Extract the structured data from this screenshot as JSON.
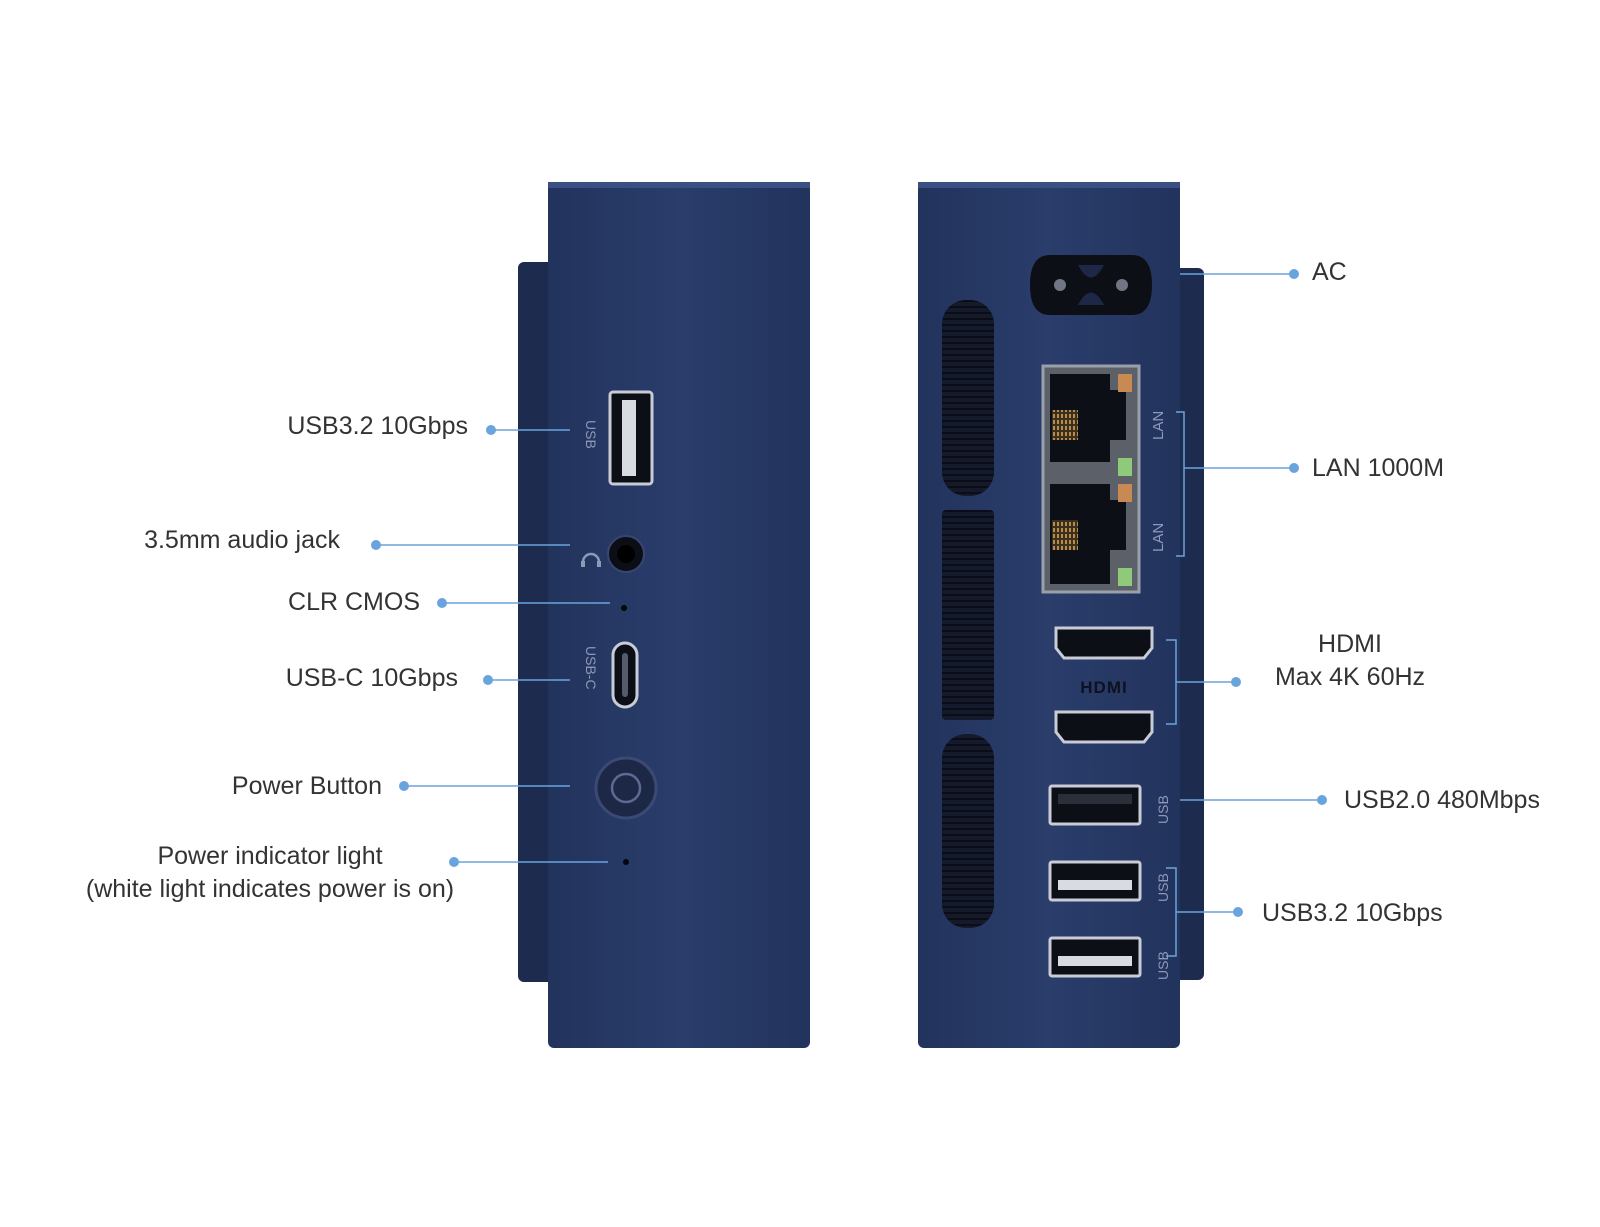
{
  "colors": {
    "background": "#ffffff",
    "case": "#283a66",
    "case_dark": "#1c2a4d",
    "case_edge": "#34487a",
    "port": "#0f1118",
    "callout": "#6aa4dc",
    "text": "#333333"
  },
  "device_markings": {
    "front_usb": "USB",
    "front_usbc": "USB-C",
    "lan_top": "LAN",
    "lan_bottom": "LAN",
    "hdmi_logo": "HDMI",
    "rear_usb2": "USB",
    "rear_usb3_top": "USB",
    "rear_usb3_bottom": "USB"
  },
  "icons": {
    "headphone": "headphone-icon",
    "power": "power-icon"
  },
  "front_labels": {
    "usb32": "USB3.2 10Gbps",
    "audio": "3.5mm audio jack",
    "cmos": "CLR CMOS",
    "usbc": "USB-C 10Gbps",
    "power_button": "Power Button",
    "indicator_line1": "Power indicator light",
    "indicator_line2": "(white light indicates power is on)"
  },
  "rear_labels": {
    "ac": "AC",
    "lan": "LAN 1000M",
    "hdmi_line1": "HDMI",
    "hdmi_line2": "Max 4K 60Hz",
    "usb20": "USB2.0 480Mbps",
    "usb32": "USB3.2 10Gbps"
  }
}
